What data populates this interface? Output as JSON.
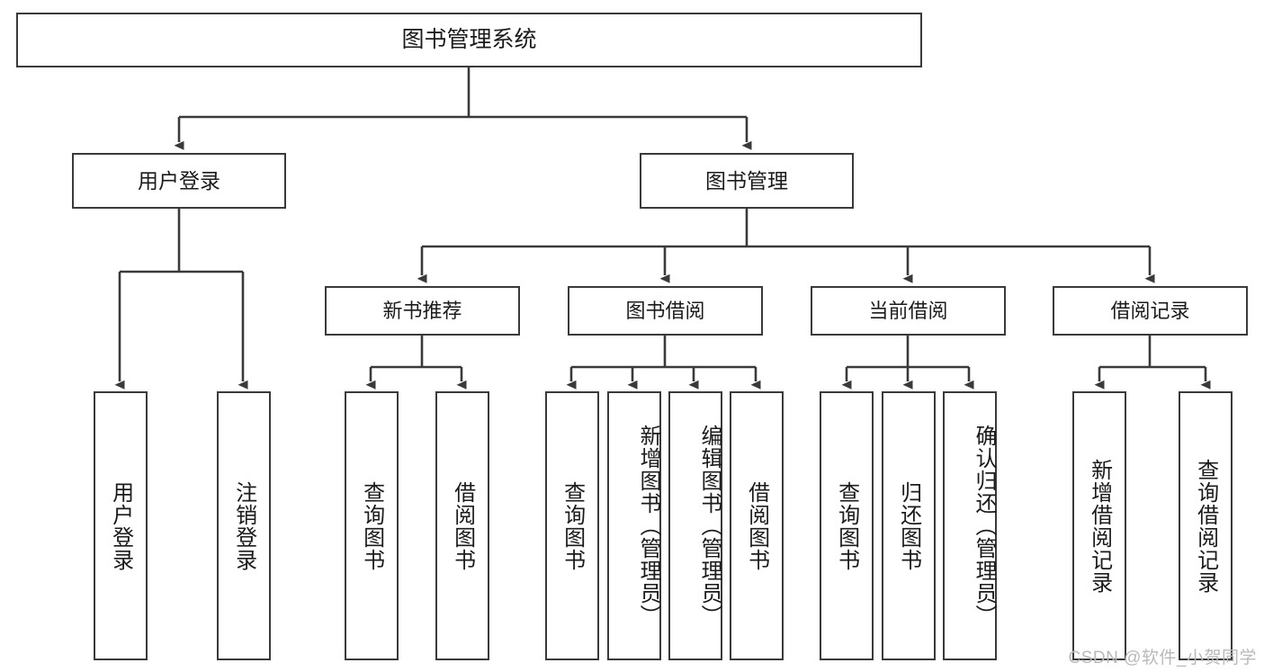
{
  "diagram": {
    "title": "图书管理系统",
    "type": "tree",
    "watermark": "CSDN @软件_小贺同学",
    "colors": {
      "box_border": "#3a3a3a",
      "box_fill": "#ffffff",
      "line": "#3a3a3a",
      "text": "#1b1b1b",
      "watermark": "#b9b9b9",
      "background": "#ffffff"
    },
    "levels": {
      "root": {
        "label": "图书管理系统"
      },
      "level2": [
        {
          "id": "user-login",
          "label": "用户登录"
        },
        {
          "id": "book-management",
          "label": "图书管理"
        }
      ],
      "level3": [
        {
          "id": "new-book-recommend",
          "label": "新书推荐",
          "parent": "book-management"
        },
        {
          "id": "book-borrow",
          "label": "图书借阅",
          "parent": "book-management"
        },
        {
          "id": "current-borrow",
          "label": "当前借阅",
          "parent": "book-management"
        },
        {
          "id": "borrow-record",
          "label": "借阅记录",
          "parent": "book-management"
        }
      ],
      "leaves": [
        {
          "id": "leaf-user-login",
          "label": "用户登录",
          "parent": "user-login"
        },
        {
          "id": "leaf-user-logout",
          "label": "注销登录",
          "parent": "user-login"
        },
        {
          "id": "leaf-query-book-1",
          "label": "查询图书",
          "parent": "new-book-recommend"
        },
        {
          "id": "leaf-borrow-book-1",
          "label": "借阅图书",
          "parent": "new-book-recommend"
        },
        {
          "id": "leaf-query-book-2",
          "label": "查询图书",
          "parent": "book-borrow"
        },
        {
          "id": "leaf-add-book",
          "label": "新增图书（管理员）",
          "parent": "book-borrow"
        },
        {
          "id": "leaf-edit-book",
          "label": "编辑图书（管理员）",
          "parent": "book-borrow"
        },
        {
          "id": "leaf-borrow-book-2",
          "label": "借阅图书",
          "parent": "book-borrow"
        },
        {
          "id": "leaf-query-book-3",
          "label": "查询图书",
          "parent": "current-borrow"
        },
        {
          "id": "leaf-return-book",
          "label": "归还图书",
          "parent": "current-borrow"
        },
        {
          "id": "leaf-confirm-return",
          "label": "确认归还（管理员）",
          "parent": "current-borrow"
        },
        {
          "id": "leaf-add-record",
          "label": "新增借阅记录",
          "parent": "borrow-record"
        },
        {
          "id": "leaf-query-record",
          "label": "查询借阅记录",
          "parent": "borrow-record"
        }
      ]
    }
  }
}
